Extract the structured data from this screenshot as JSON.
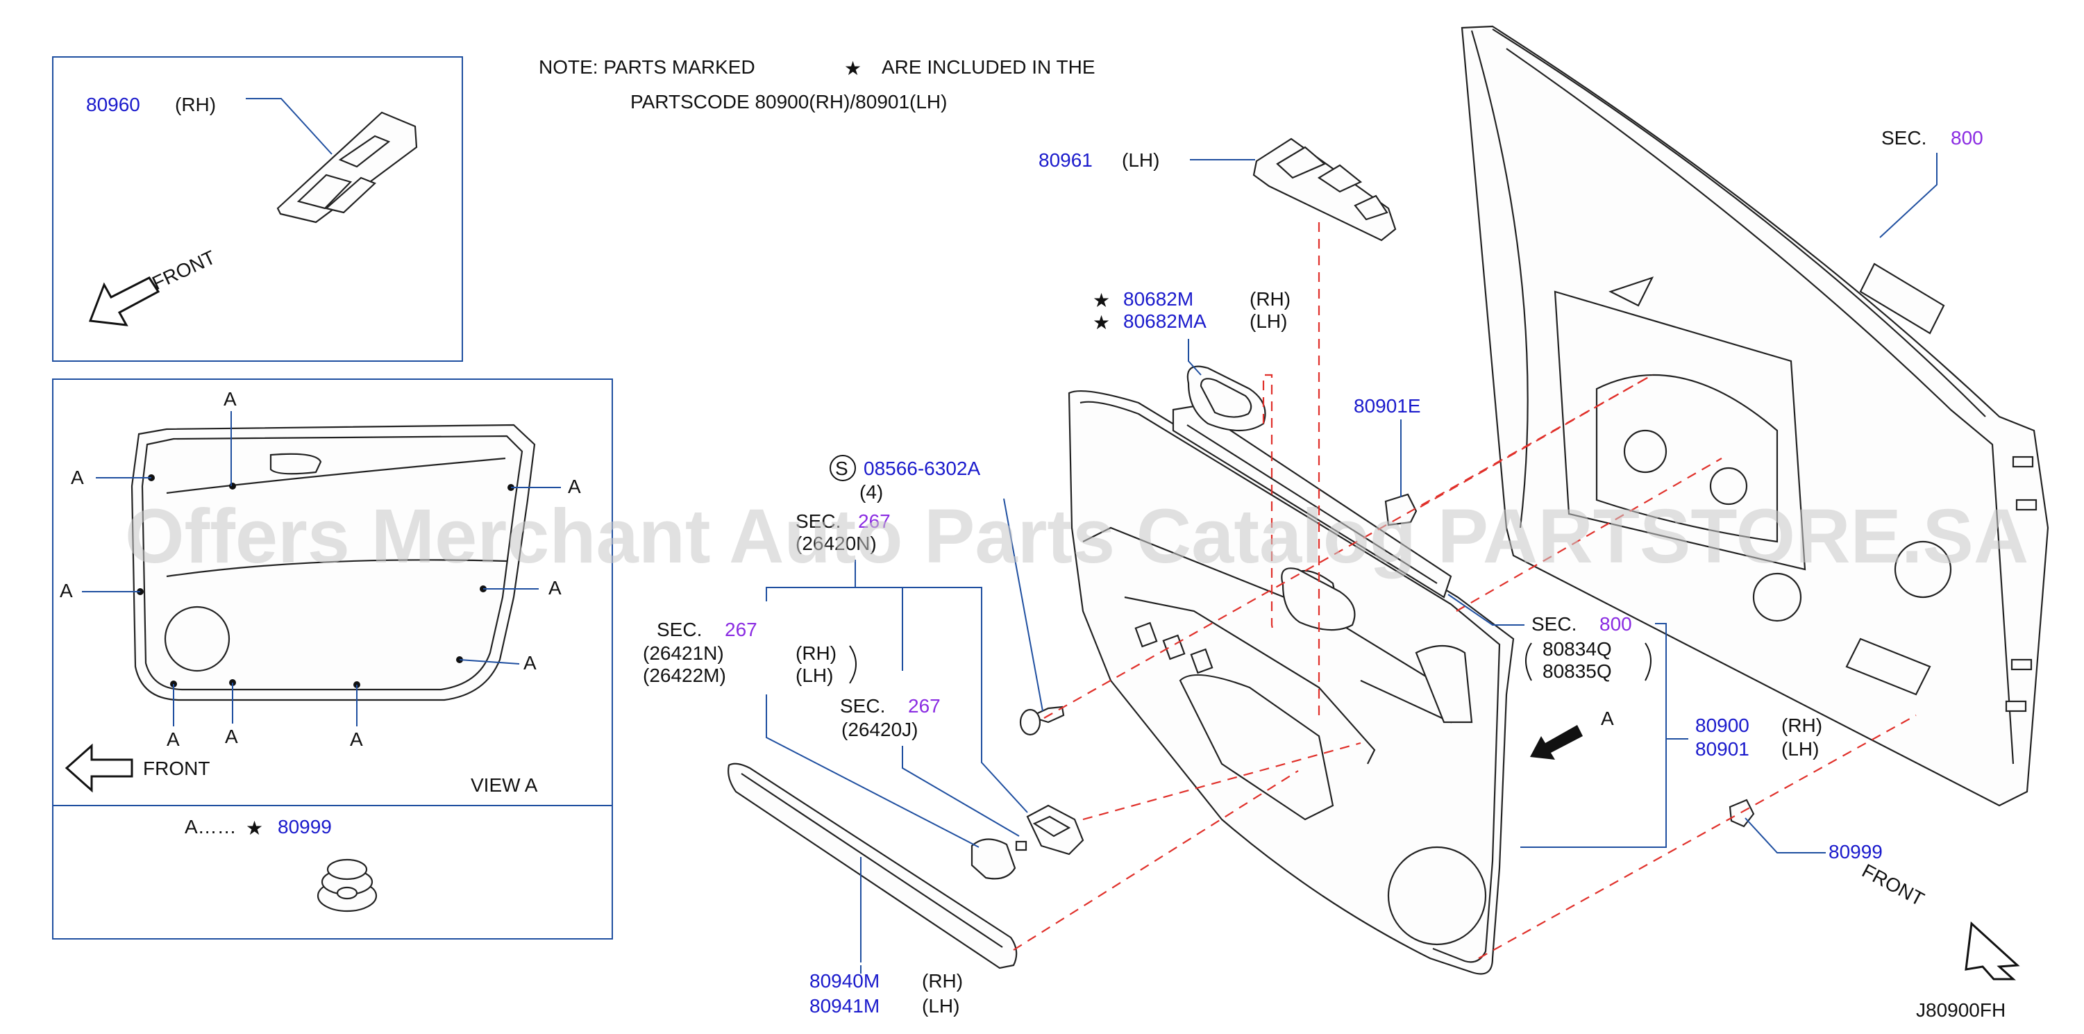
{
  "note": {
    "line1_a": "NOTE:   PARTS   MARKED",
    "line1_b": "ARE   INCLUDED   IN   THE",
    "line2": "PARTSCODE   80900(RH)/80901(LH)"
  },
  "watermark": "Offers Merchant Auto Parts Catalog PARTSTORE.SA",
  "diagram_code": "J80900FH",
  "star_glyph": "★",
  "inset_switch": {
    "part": "80960",
    "side": "(RH)",
    "front": "FRONT"
  },
  "inset_view": {
    "clip_label": "A",
    "front": "FRONT",
    "view_label": "VIEW   A"
  },
  "inset_clip": {
    "label": "A……",
    "part": "80999"
  },
  "callouts": {
    "p80961": {
      "part": "80961",
      "side": "(LH)"
    },
    "p80682m": {
      "part": "80682M",
      "side": "(RH)"
    },
    "p80682ma": {
      "part": "80682MA",
      "side": "(LH)"
    },
    "p80901e": {
      "part": "80901E"
    },
    "screw": {
      "s": "S",
      "part": "08566-6302A",
      "qty": "(4)"
    },
    "sec267_top": {
      "sec": "SEC.",
      "num": "267",
      "code": "(26420N)"
    },
    "sec267_mid": {
      "sec": "SEC.",
      "num": "267",
      "code_rh": "(26421N)",
      "code_lh": "(26422M)",
      "rh": "(RH)",
      "lh": "(LH)"
    },
    "sec267_low": {
      "sec": "SEC.",
      "num": "267",
      "code": "(26420J)"
    },
    "sec800_mid": {
      "sec": "SEC.",
      "num": "800",
      "code_a": "80834Q",
      "code_b": "80835Q"
    },
    "sec800_top": {
      "sec": "SEC.",
      "num": "800"
    },
    "p80900": {
      "part": "80900",
      "side": "(RH)"
    },
    "p80901": {
      "part": "80901",
      "side": "(LH)"
    },
    "p80999": {
      "part": "80999"
    },
    "p80940m": {
      "part": "80940M",
      "side": "(RH)"
    },
    "p80941m": {
      "part": "80941M",
      "side": "(LH)"
    },
    "view_arrow": {
      "label": "A"
    },
    "front_main": {
      "label": "FRONT"
    }
  },
  "colors": {
    "part_number": "#1a1acc",
    "section_number": "#8a2be2",
    "leader": "#1f4fa0",
    "dash": "#e0302a"
  }
}
